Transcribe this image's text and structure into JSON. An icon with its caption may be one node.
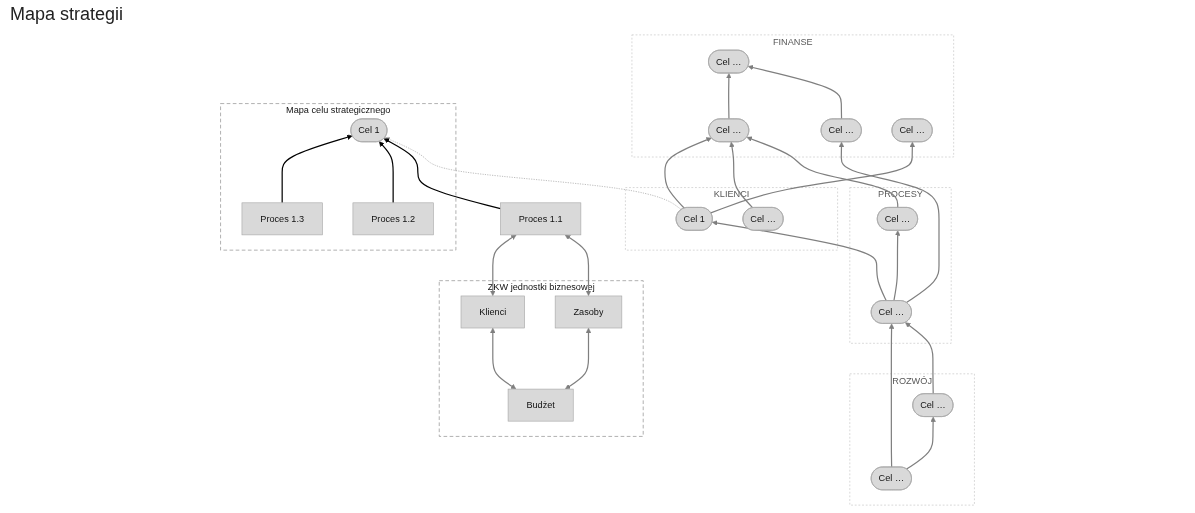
{
  "diagram": {
    "nodes": [
      {
        "text": [
          "FINANSE"
        ]
      },
      {
        "text": [
          "Cel …"
        ],
        "in": 0
      },
      {
        "text": [
          "Cel …"
        ],
        "in": 0
      },
      {
        "text": [
          "Cel …"
        ],
        "in": 0
      },
      {
        "text": [
          "Cel …"
        ],
        "in": 0
      },
      {
        "text": [
          "KLIENCI"
        ]
      },
      {
        "text": [
          "Cel …"
        ],
        "in": 5
      },
      {
        "text": [
          "Cel 1"
        ],
        "in": 5
      },
      {
        "text": [
          "PROCESY"
        ]
      },
      {
        "text": [
          "Cel …"
        ],
        "in": 8
      },
      {
        "text": [
          "Cel …"
        ],
        "in": 8
      },
      {
        "text": [
          "ROZWÓJ"
        ]
      },
      {
        "text": [
          "Cel …"
        ],
        "in": 11
      },
      {
        "text": [
          "Cel …"
        ],
        "in": 11
      },
      {
        "text": [
          "ZKW jednostki biznesowej"
        ]
      },
      {
        "text": [
          "Budżet"
        ],
        "in": 14
      },
      {
        "text": [
          "Zasoby"
        ],
        "in": 14
      },
      {
        "text": [
          "Klienci"
        ],
        "in": 14
      },
      {
        "text": [
          "Proces 1.1"
        ]
      },
      {
        "text": [
          "Mapa celu strategicznego"
        ]
      },
      {
        "text": [
          "Cel 1"
        ],
        "in": 19
      },
      {
        "text": [
          "Proces 1.2"
        ],
        "in": 19
      },
      {
        "text": [
          "Proces 1.3"
        ],
        "in": 19
      }
    ],
    "edges": [
      {
        "from": 1,
        "to": 2,
        "arrow": "to"
      },
      {
        "from": 3,
        "to": 2,
        "arrow": "to"
      },
      {
        "from": 10,
        "to": 1,
        "arrow": "to"
      },
      {
        "from": 9,
        "to": 3,
        "arrow": "to"
      },
      {
        "from": 6,
        "to": 3,
        "arrow": "to"
      },
      {
        "from": 7,
        "to": 3,
        "arrow": "to"
      },
      {
        "from": 7,
        "to": 4,
        "arrow": "to"
      },
      {
        "from": 10,
        "to": 9,
        "arrow": "to"
      },
      {
        "from": 10,
        "to": 7,
        "arrow": "to"
      },
      {
        "from": 12,
        "to": 10,
        "arrow": "to"
      },
      {
        "from": 13,
        "to": 10,
        "arrow": "to"
      },
      {
        "from": 13,
        "to": 12,
        "arrow": "to"
      },
      {
        "from": 7,
        "to": 20,
        "arrow": "to",
        "style": "dashed",
        "color": "#a6a6a6"
      },
      {
        "from": 15,
        "to": 16,
        "arrow": "both"
      },
      {
        "from": 15,
        "to": 17,
        "arrow": "both"
      },
      {
        "from": 16,
        "to": 18,
        "arrow": "both"
      },
      {
        "from": 17,
        "to": 18,
        "arrow": "both"
      },
      {
        "from": 18,
        "to": 20,
        "arrow": "to",
        "color": "#000000"
      },
      {
        "from": 21,
        "to": 20,
        "arrow": "to",
        "color": "#000000"
      },
      {
        "from": 22,
        "to": 20,
        "arrow": "to",
        "color": "#000000"
      }
    ],
    "labels": [
      "Mapa strategii"
    ]
  }
}
